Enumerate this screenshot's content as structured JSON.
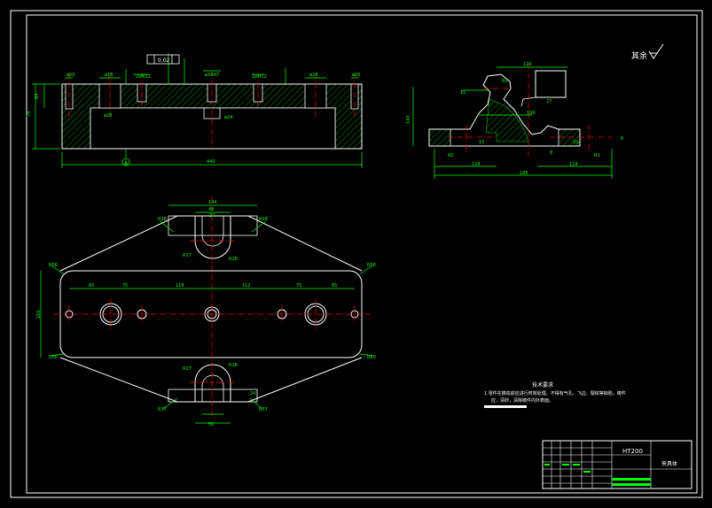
{
  "colors": {
    "background": "#000000",
    "outline": "#ffffff",
    "dimension": "#00ff00",
    "centerline": "#ff0000",
    "hatch": "#00c800",
    "text": "#00ff00",
    "note_text": "#ffffff",
    "yellow": "#ffff00"
  },
  "sheet": {
    "roughness_note": "其余",
    "material": "HT200",
    "part_name": "夹具体"
  },
  "front_view": {
    "dimensions": {
      "hole_left": "ø20",
      "hole_1": "ø18",
      "counterbore_1": "ø28",
      "tapped_1": "2xM12",
      "hole_center": "ø30H7",
      "bore_center": "ø24",
      "tapped_2": "2xM12",
      "hole_2": "ø28",
      "hole_right": "ø20",
      "height_left": "64",
      "height_total": "74",
      "length": "440",
      "datum_a": "A",
      "flatness": "0.02"
    }
  },
  "side_view": {
    "dimensions": {
      "top_width": "120",
      "dim_a": "15",
      "dim_b": "27",
      "height": "143",
      "radius": "R3",
      "dim_c": "100",
      "left_w": "124",
      "right_w": "124",
      "total": "185",
      "r_left": "R2",
      "r_right": "R2",
      "small_1": "10",
      "small_2": "10",
      "small_3": "8",
      "small_4": "8"
    }
  },
  "plan_view": {
    "dimensions": {
      "slot_top_width": "144",
      "slot_top_inner": "48",
      "slot_top_center": "24",
      "r_slot_top": "R17",
      "chamfer_top_left": "R28",
      "chamfer_top_right": "R28",
      "r_top_small": "R18",
      "corner_tl": "R56",
      "corner_tr": "R56",
      "corner_bl": "R50",
      "corner_br": "R50",
      "span_1": "83",
      "span_2": "75",
      "span_3": "118",
      "span_4": "112",
      "span_5": "75",
      "span_6": "85",
      "height": "150",
      "r_slot_bottom": "R17",
      "r_bottom_small": "R18",
      "chamfer_bottom_left": "R37",
      "chamfer_bottom_right": "R37",
      "slot_bottom_dim": "24",
      "slot_bottom_width": "50"
    }
  },
  "technical_requirements": {
    "heading": "技术要求",
    "line1": "1.零件在铸造前应进行时效处理，不得有气孔、飞边、裂纹等缺陷，铸件",
    "line2": "应，清砂，清除铸件内外表面。"
  },
  "title_block": {
    "material_cell": "HT200",
    "name_cell": "夹具体"
  }
}
